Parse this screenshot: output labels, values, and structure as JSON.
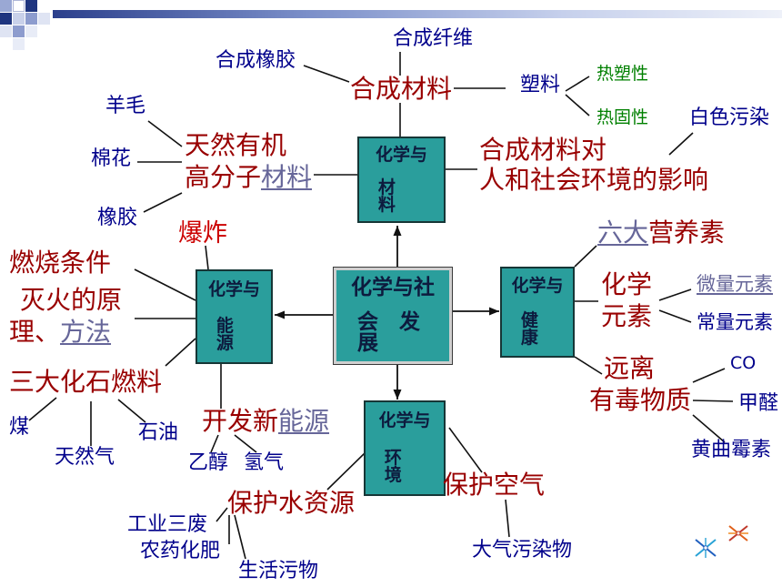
{
  "slide": {
    "center_topic": {
      "line1": "化学与社",
      "line2": "会发展"
    },
    "topics": {
      "materials": {
        "line1": "化学与",
        "line2": "材料"
      },
      "energy": {
        "line1": "化学与",
        "line2": "能源"
      },
      "health": {
        "line1": "化学与",
        "line2": "健康"
      },
      "environment": {
        "line1": "化学与",
        "line2": "环境"
      }
    }
  },
  "materials": {
    "synthetic_fiber": "合成纤维",
    "synthetic_rubber": "合成橡胶",
    "synthetic_materials": "合成材料",
    "plastic": "塑料",
    "thermoplastic": "热塑性",
    "thermosetting": "热固性",
    "white_pollution": "白色污染",
    "impact_line1": "合成材料对",
    "impact_line2": "人和社会环境的影响",
    "natural_line1": "天然有机",
    "natural_line2_prefix": "高分子",
    "natural_line2_link": "材料",
    "wool": "羊毛",
    "cotton": "棉花",
    "rubber": "橡胶"
  },
  "energy": {
    "explosion": "爆炸",
    "combustion_conditions": "燃烧条件",
    "extinguish_line1": "灭火的原",
    "extinguish_line2_prefix": "理、",
    "extinguish_line2_link": "方法",
    "fossil_fuels": "三大化石燃料",
    "coal": "煤",
    "natural_gas": "天然气",
    "petroleum": "石油",
    "new_energy_prefix": "开发新",
    "new_energy_link": "能源",
    "ethanol": "乙醇",
    "hydrogen": "氢气"
  },
  "environment": {
    "protect_water": "保护水资源",
    "industrial_waste": "工业三废",
    "pesticides_fertilizers": "农药化肥",
    "domestic_waste": "生活污物",
    "protect_air": "保护空气",
    "air_pollutants": "大气污染物"
  },
  "health": {
    "nutrients_link": "六大",
    "nutrients_suffix": "营养素",
    "elements_line1": "化学",
    "elements_line2": "元素",
    "trace_elements": "微量元素",
    "macro_elements": "常量元素",
    "toxins_line1": "远离",
    "toxins_line2": "有毒物质",
    "carbon_monoxide": "CO",
    "formaldehyde": "甲醛",
    "aflatoxin": "黄曲霉素"
  },
  "colors": {
    "topic_box_fill": "#2a9e9c",
    "topic_box_text": "#0d1b3e",
    "key_concept_text": "#990000",
    "detail_text": "#00008b",
    "property_text": "#008000",
    "hyperlink_text": "#666699",
    "highlight_text": "#cc0000",
    "header_bar": "#2b3f8c"
  },
  "icons": {
    "top_left_decoration": "checker-squares",
    "bottom_right_decoration": "sparkle-icon"
  }
}
